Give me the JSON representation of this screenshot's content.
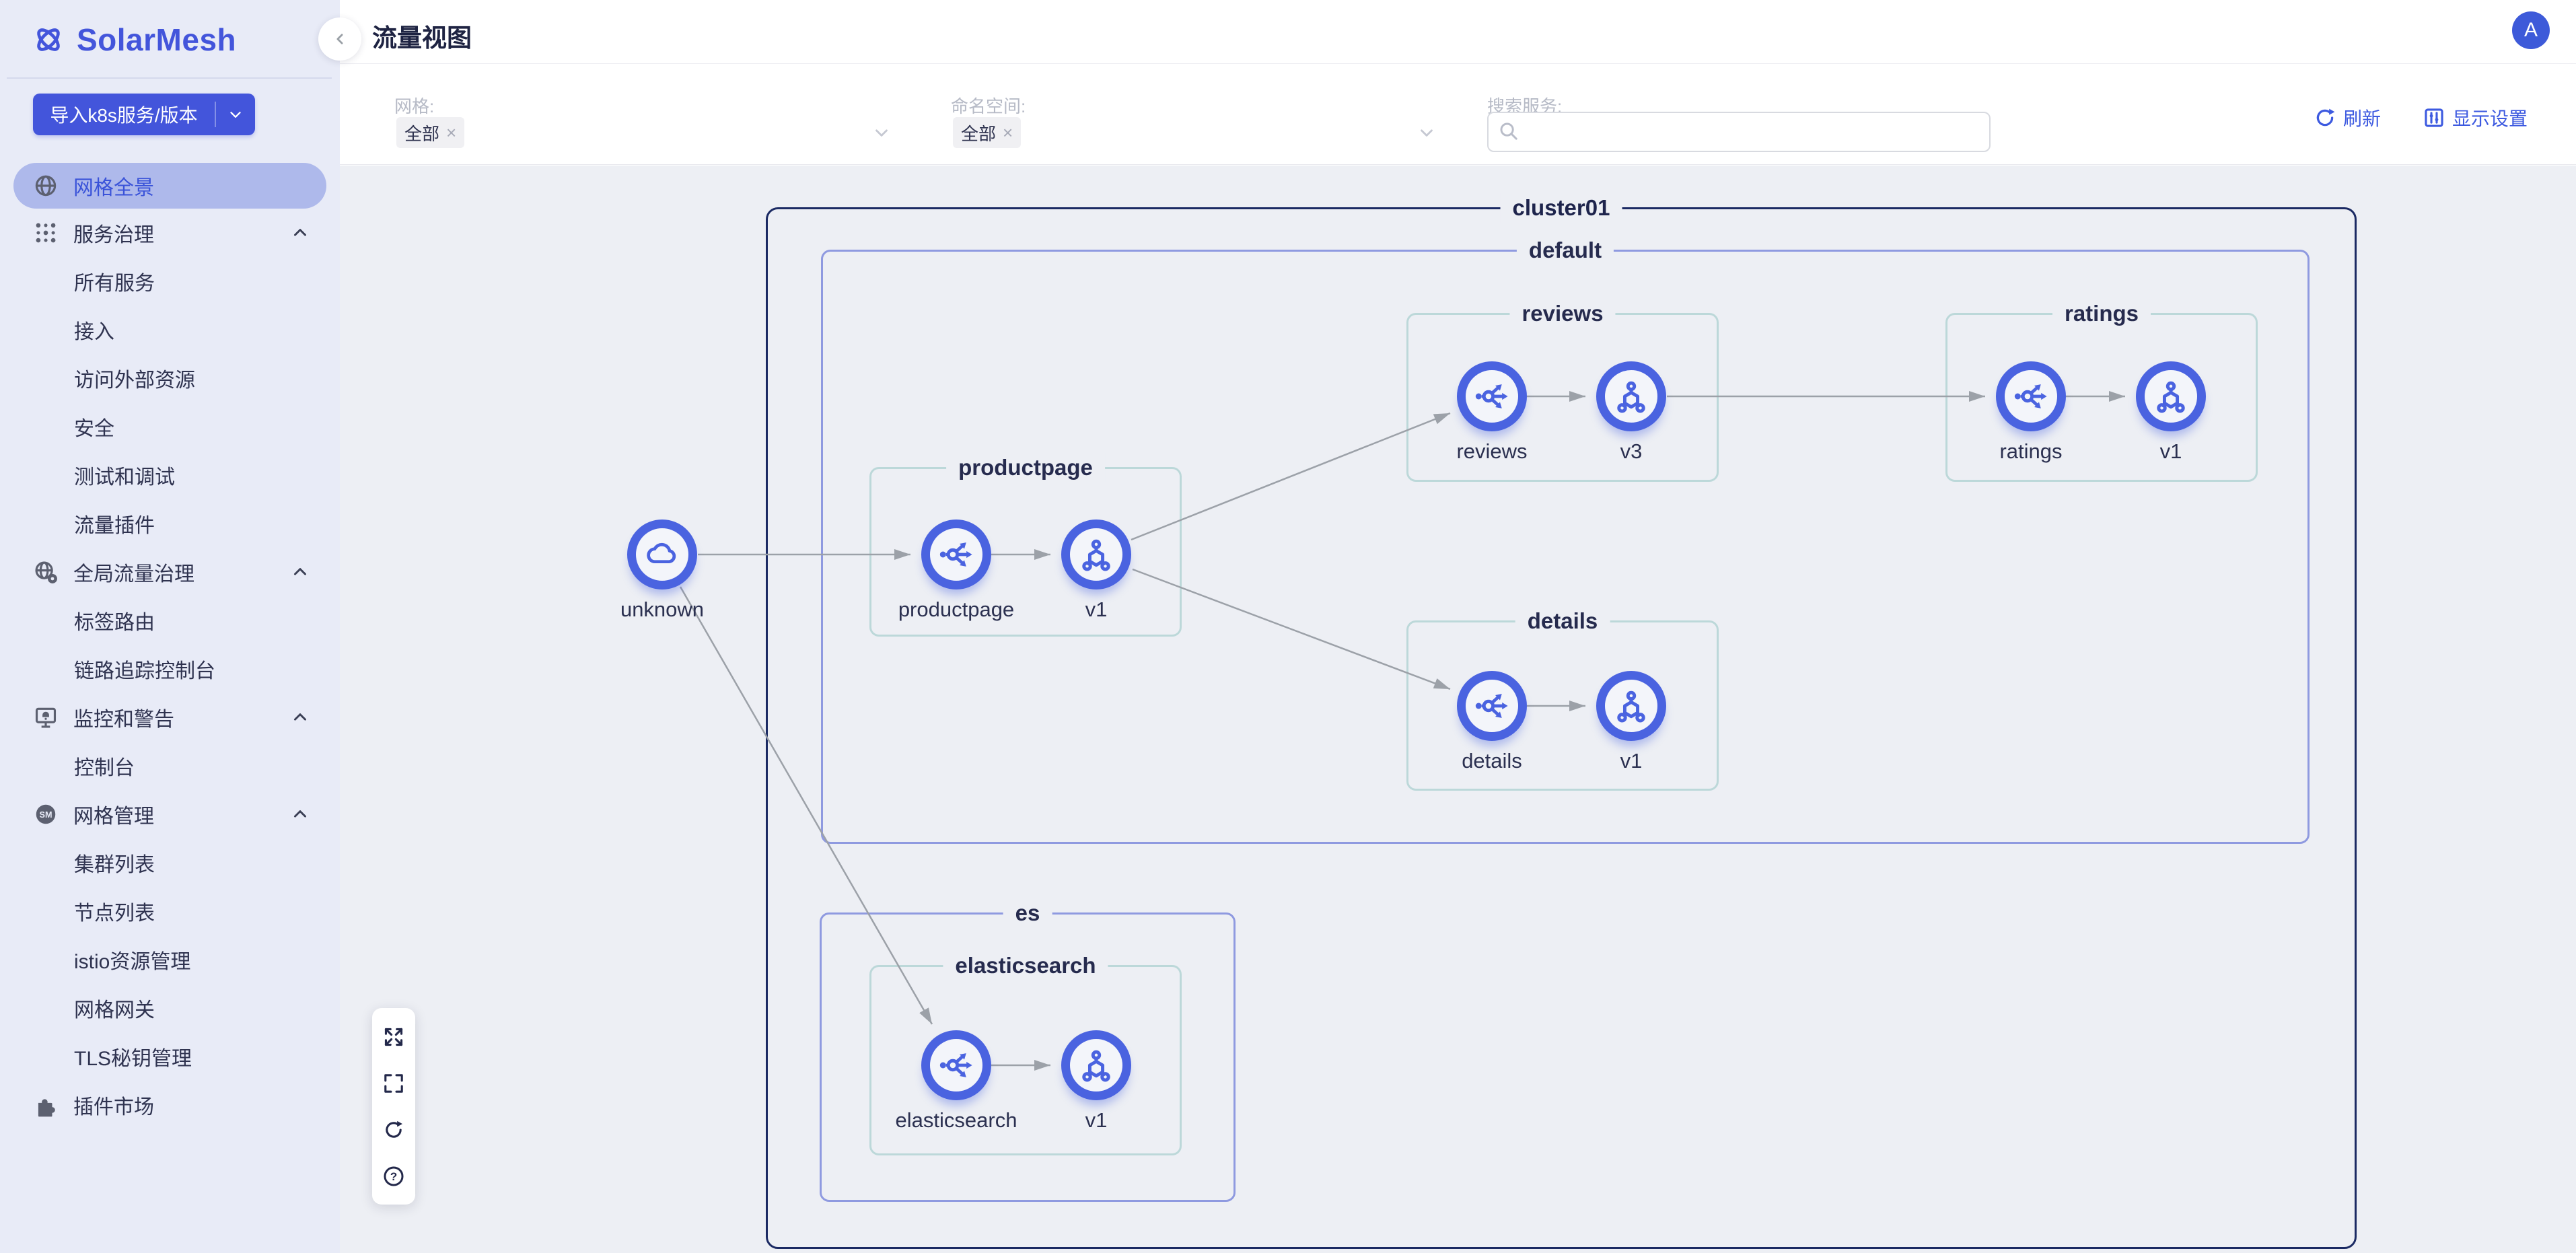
{
  "app": {
    "name": "SolarMesh"
  },
  "colors": {
    "primary": "#4355DB",
    "node_ring": "#4A63E0",
    "cluster_border": "#1B2A63",
    "namespace_border": "#8F9AE0",
    "group_border": "#BCD8D9",
    "edge": "#9CA1A8",
    "sidebar_active_bg": "#AEB9EB",
    "canvas_bg": "#EDEFF4"
  },
  "sidebar": {
    "import_button": "导入k8s服务/版本",
    "sections": [
      {
        "label": "网格全景",
        "icon": "globe-icon"
      },
      {
        "label": "服务治理",
        "icon": "service-governance-icon",
        "children": [
          "所有服务",
          "接入",
          "访问外部资源",
          "安全",
          "测试和调试",
          "流量插件"
        ]
      },
      {
        "label": "全局流量治理",
        "icon": "global-traffic-icon",
        "children": [
          "标签路由",
          "链路追踪控制台"
        ]
      },
      {
        "label": "监控和警告",
        "icon": "monitor-alert-icon",
        "children": [
          "控制台"
        ]
      },
      {
        "label": "网格管理",
        "icon": "mesh-management-icon",
        "children": [
          "集群列表",
          "节点列表",
          "istio资源管理",
          "网格网关",
          "TLS秘钥管理"
        ]
      },
      {
        "label": "插件市场",
        "icon": "plugin-market-icon"
      }
    ]
  },
  "header": {
    "title": "流量视图",
    "avatar": "A"
  },
  "filters": {
    "mesh_label": "网格:",
    "mesh_value": "全部",
    "namespace_label": "命名空间:",
    "namespace_value": "全部",
    "search_label": "搜索服务:",
    "refresh": "刷新",
    "display_settings": "显示设置"
  },
  "canvas": {
    "cluster_label": "cluster01",
    "default_label": "default",
    "es_label": "es",
    "groups": {
      "reviews": "reviews",
      "ratings": "ratings",
      "productpage": "productpage",
      "details": "details",
      "elasticsearch": "elasticsearch"
    },
    "nodes": {
      "unknown": "unknown",
      "productpage": "productpage",
      "productpage_v1": "v1",
      "reviews": "reviews",
      "reviews_v3": "v3",
      "ratings": "ratings",
      "ratings_v1": "v1",
      "details": "details",
      "details_v1": "v1",
      "elasticsearch": "elasticsearch",
      "elasticsearch_v1": "v1"
    },
    "edges": [
      "unknown→productpage",
      "unknown→elasticsearch",
      "productpage→v1",
      "productpage.v1→reviews",
      "productpage.v1→details",
      "reviews→v3",
      "reviews.v3→ratings",
      "ratings→v1",
      "details→v1",
      "elasticsearch→v1"
    ]
  }
}
